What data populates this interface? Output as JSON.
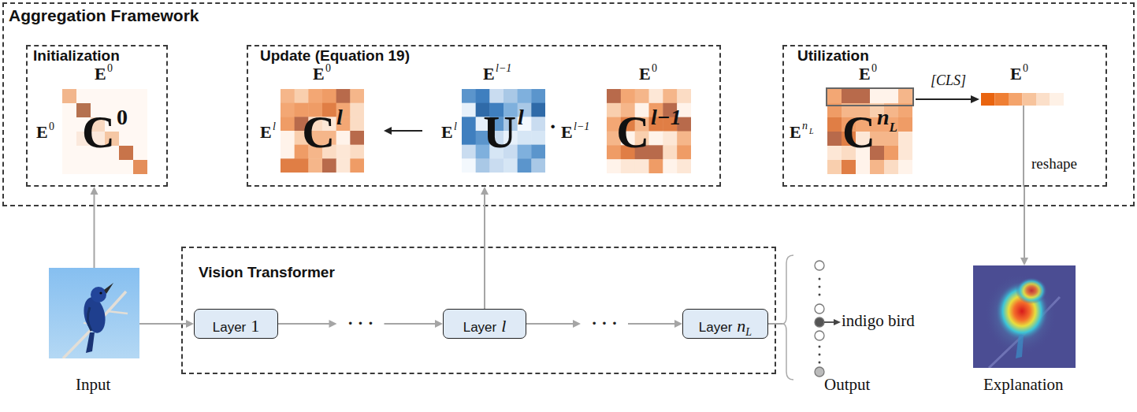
{
  "diagram": {
    "nodes": [
      {
        "text": [
          "Aggregation Framework"
        ]
      },
      {
        "text": [
          "Initialization"
        ],
        "in": 0
      },
      {
        "text": [
          "C",
          "0"
        ],
        "in": 1
      },
      {
        "text": [
          "Update (Equation 19)"
        ],
        "in": 0
      },
      {
        "text": [
          "C",
          "l"
        ],
        "in": 3
      },
      {
        "text": [
          "U",
          "l"
        ],
        "in": 3
      },
      {
        "text": [
          "C",
          "l−1"
        ],
        "in": 3
      },
      {
        "text": [
          "Utilization"
        ],
        "in": 0
      },
      {
        "text": [
          "C",
          "n",
          "L"
        ],
        "in": 7
      },
      {
        "text": [
          "Input"
        ]
      },
      {
        "text": [
          "Vision Transformer"
        ]
      },
      {
        "text": [
          "Layer",
          "1"
        ],
        "in": 10
      },
      {
        "text": [
          "Layer",
          "l"
        ],
        "in": 10
      },
      {
        "text": [
          "Layer",
          "n",
          "L"
        ],
        "in": 10
      },
      {
        "text": [
          "Output"
        ]
      },
      {
        "text": [
          "Explanation"
        ]
      }
    ],
    "edges": [
      {
        "from": 9,
        "to": 1,
        "arrow": "to"
      },
      {
        "from": 12,
        "to": 3,
        "arrow": "to"
      },
      {
        "from": 5,
        "to": 4,
        "arrow": "to"
      },
      {
        "from": 9,
        "to": 11,
        "arrow": "to"
      },
      {
        "from": 11,
        "to": 12,
        "label": "· · ·",
        "arrow": "to"
      },
      {
        "from": 12,
        "to": 13,
        "label": "· · ·",
        "arrow": "to"
      },
      {
        "from": 13,
        "to": 14,
        "arrow": "none"
      },
      {
        "from": 7,
        "to": 15,
        "arrow": "to"
      }
    ],
    "labels": [
      "E",
      "0",
      "E",
      "0",
      "E",
      "0",
      "E",
      "l",
      "E",
      "l−1",
      "E",
      "l",
      "·",
      "E",
      "l−1",
      "E",
      "0",
      "E",
      "0",
      "E",
      "n",
      "L",
      "[CLS]",
      "E",
      "0",
      "reshape",
      "indigo bird"
    ]
  }
}
